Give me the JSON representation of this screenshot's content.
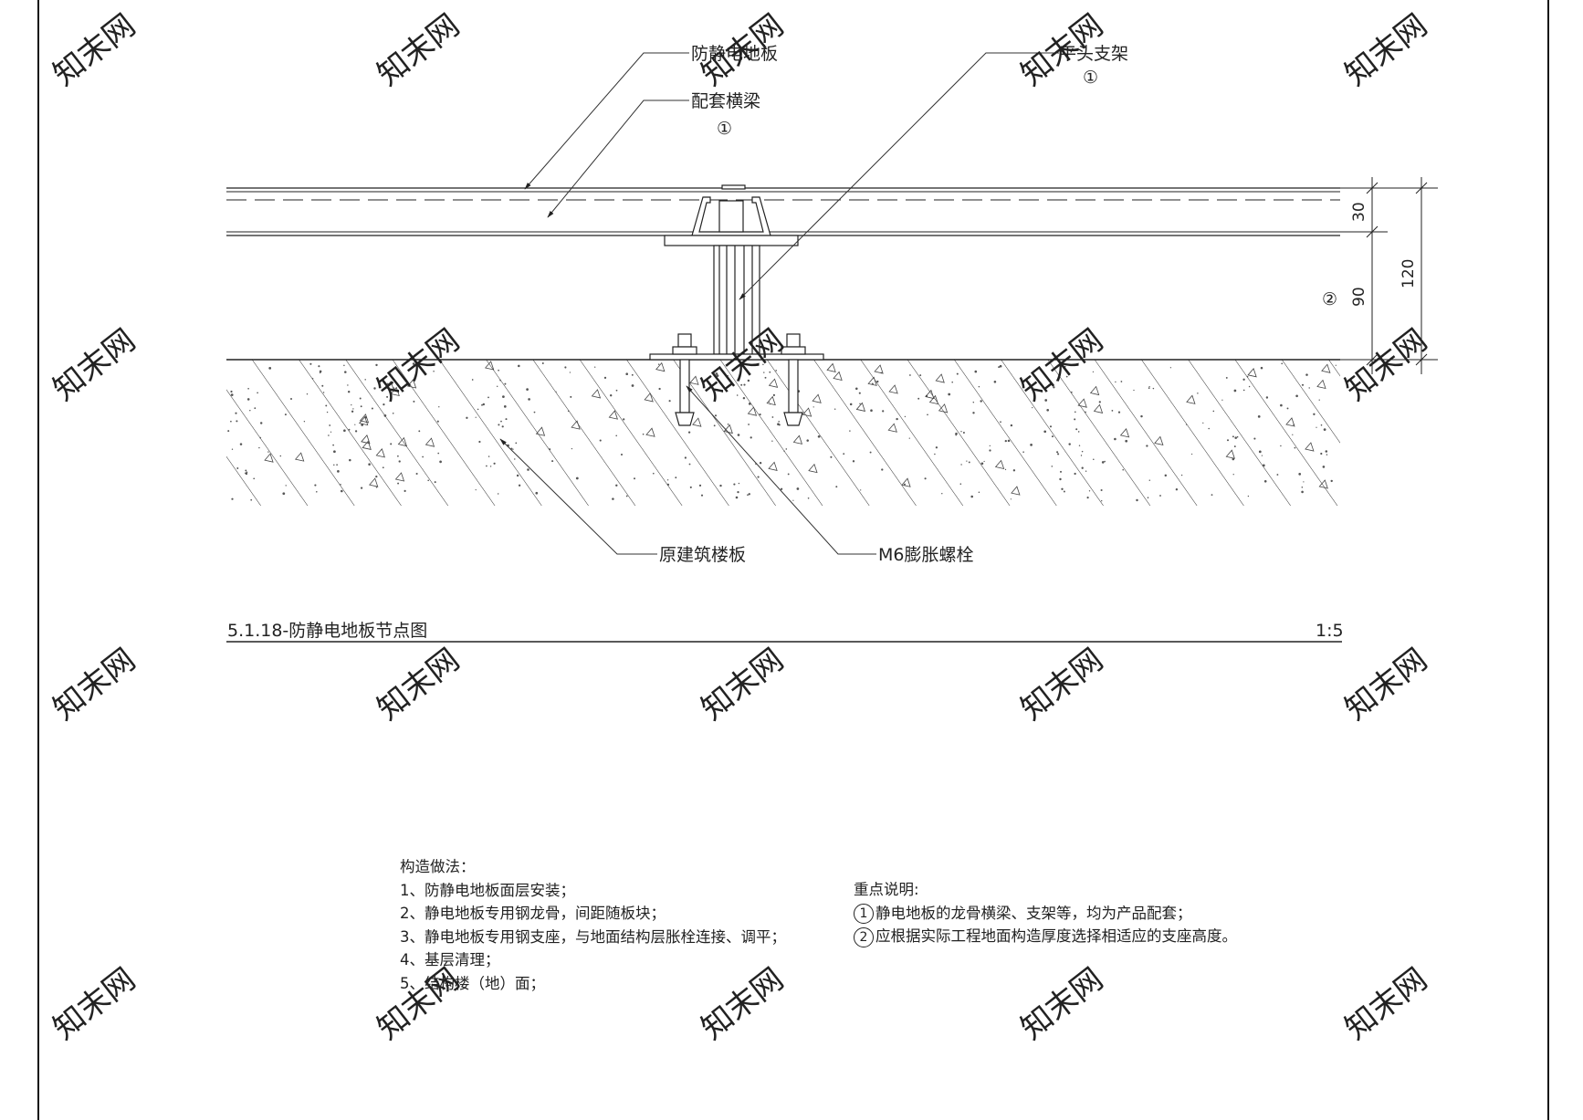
{
  "labels": {
    "floor_panel": "防静电地板",
    "cross_beam": "配套横梁",
    "cross_beam_ref": "①",
    "flat_support": "平头支架",
    "flat_support_ref": "①",
    "base_slab": "原建筑楼板",
    "anchor_bolt": "M6膨胀螺栓"
  },
  "dimensions": {
    "panel_thickness": "30",
    "support_height": "90",
    "total_height": "120",
    "support_height_ref": "②"
  },
  "title": {
    "name": "5.1.18-防静电地板节点图",
    "scale": "1:5"
  },
  "construction": {
    "heading": "构造做法：",
    "steps": [
      "1、防静电地板面层安装；",
      "2、静电地板专用钢龙骨，间距随板块；",
      "3、静电地板专用钢支座，与地面结构层胀栓连接、调平；",
      "4、基层清理；",
      "5、结构楼（地）面；"
    ]
  },
  "key_notes": {
    "heading": "重点说明:",
    "items": [
      {
        "marker": "1",
        "text": "静电地板的龙骨横梁、支架等，均为产品配套；"
      },
      {
        "marker": "2",
        "text": "应根据实际工程地面构造厚度选择相适应的支座高度。"
      }
    ]
  },
  "watermark": "知末网"
}
